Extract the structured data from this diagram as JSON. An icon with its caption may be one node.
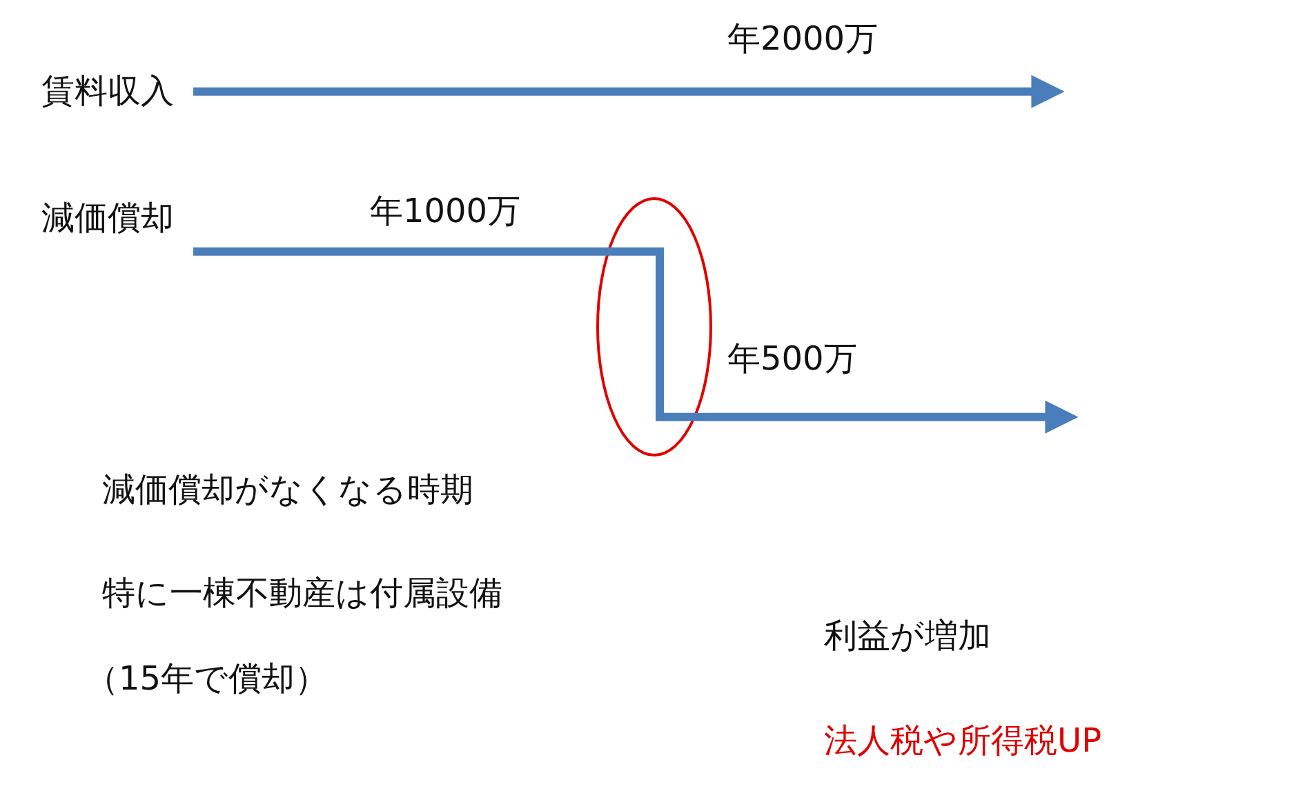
{
  "diagram": {
    "nodes": [
      {
        "text": [
          "賃料収入"
        ]
      },
      {
        "text": [
          "減価償却"
        ]
      }
    ],
    "edges": [
      {
        "from": 0,
        "to": null,
        "arrow": "to",
        "label": "年2000万"
      },
      {
        "from": 1,
        "to": null,
        "arrow": "to",
        "label": "年1000万"
      }
    ],
    "labels": [
      "年500万",
      "減価償却がなくなる時期",
      "特に一棟不動産は付属設備",
      "（15年で償却）",
      "利益が増加",
      "法人税や所得税UP"
    ]
  }
}
